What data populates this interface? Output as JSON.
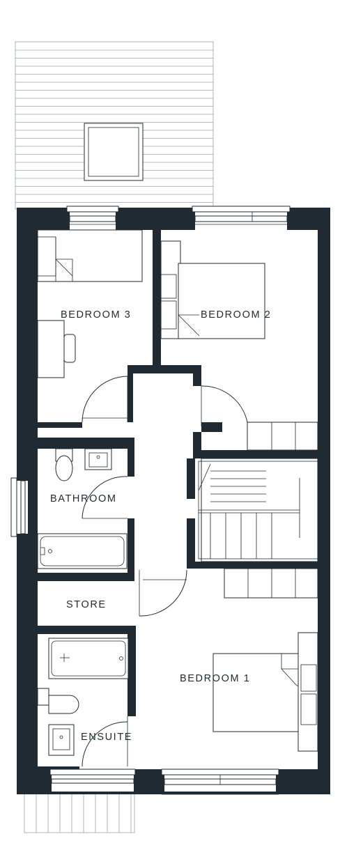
{
  "colors": {
    "wall": "#1f2a33",
    "background": "#ffffff",
    "deck_line": "#9aa2a8"
  },
  "rooms": {
    "bedroom_3": "BEDROOM 3",
    "bedroom_2": "BEDROOM 2",
    "bathroom": "BATHROOM",
    "store": "STORE",
    "bedroom_1": "BEDROOM 1",
    "ensuite": "ENSUITE"
  }
}
